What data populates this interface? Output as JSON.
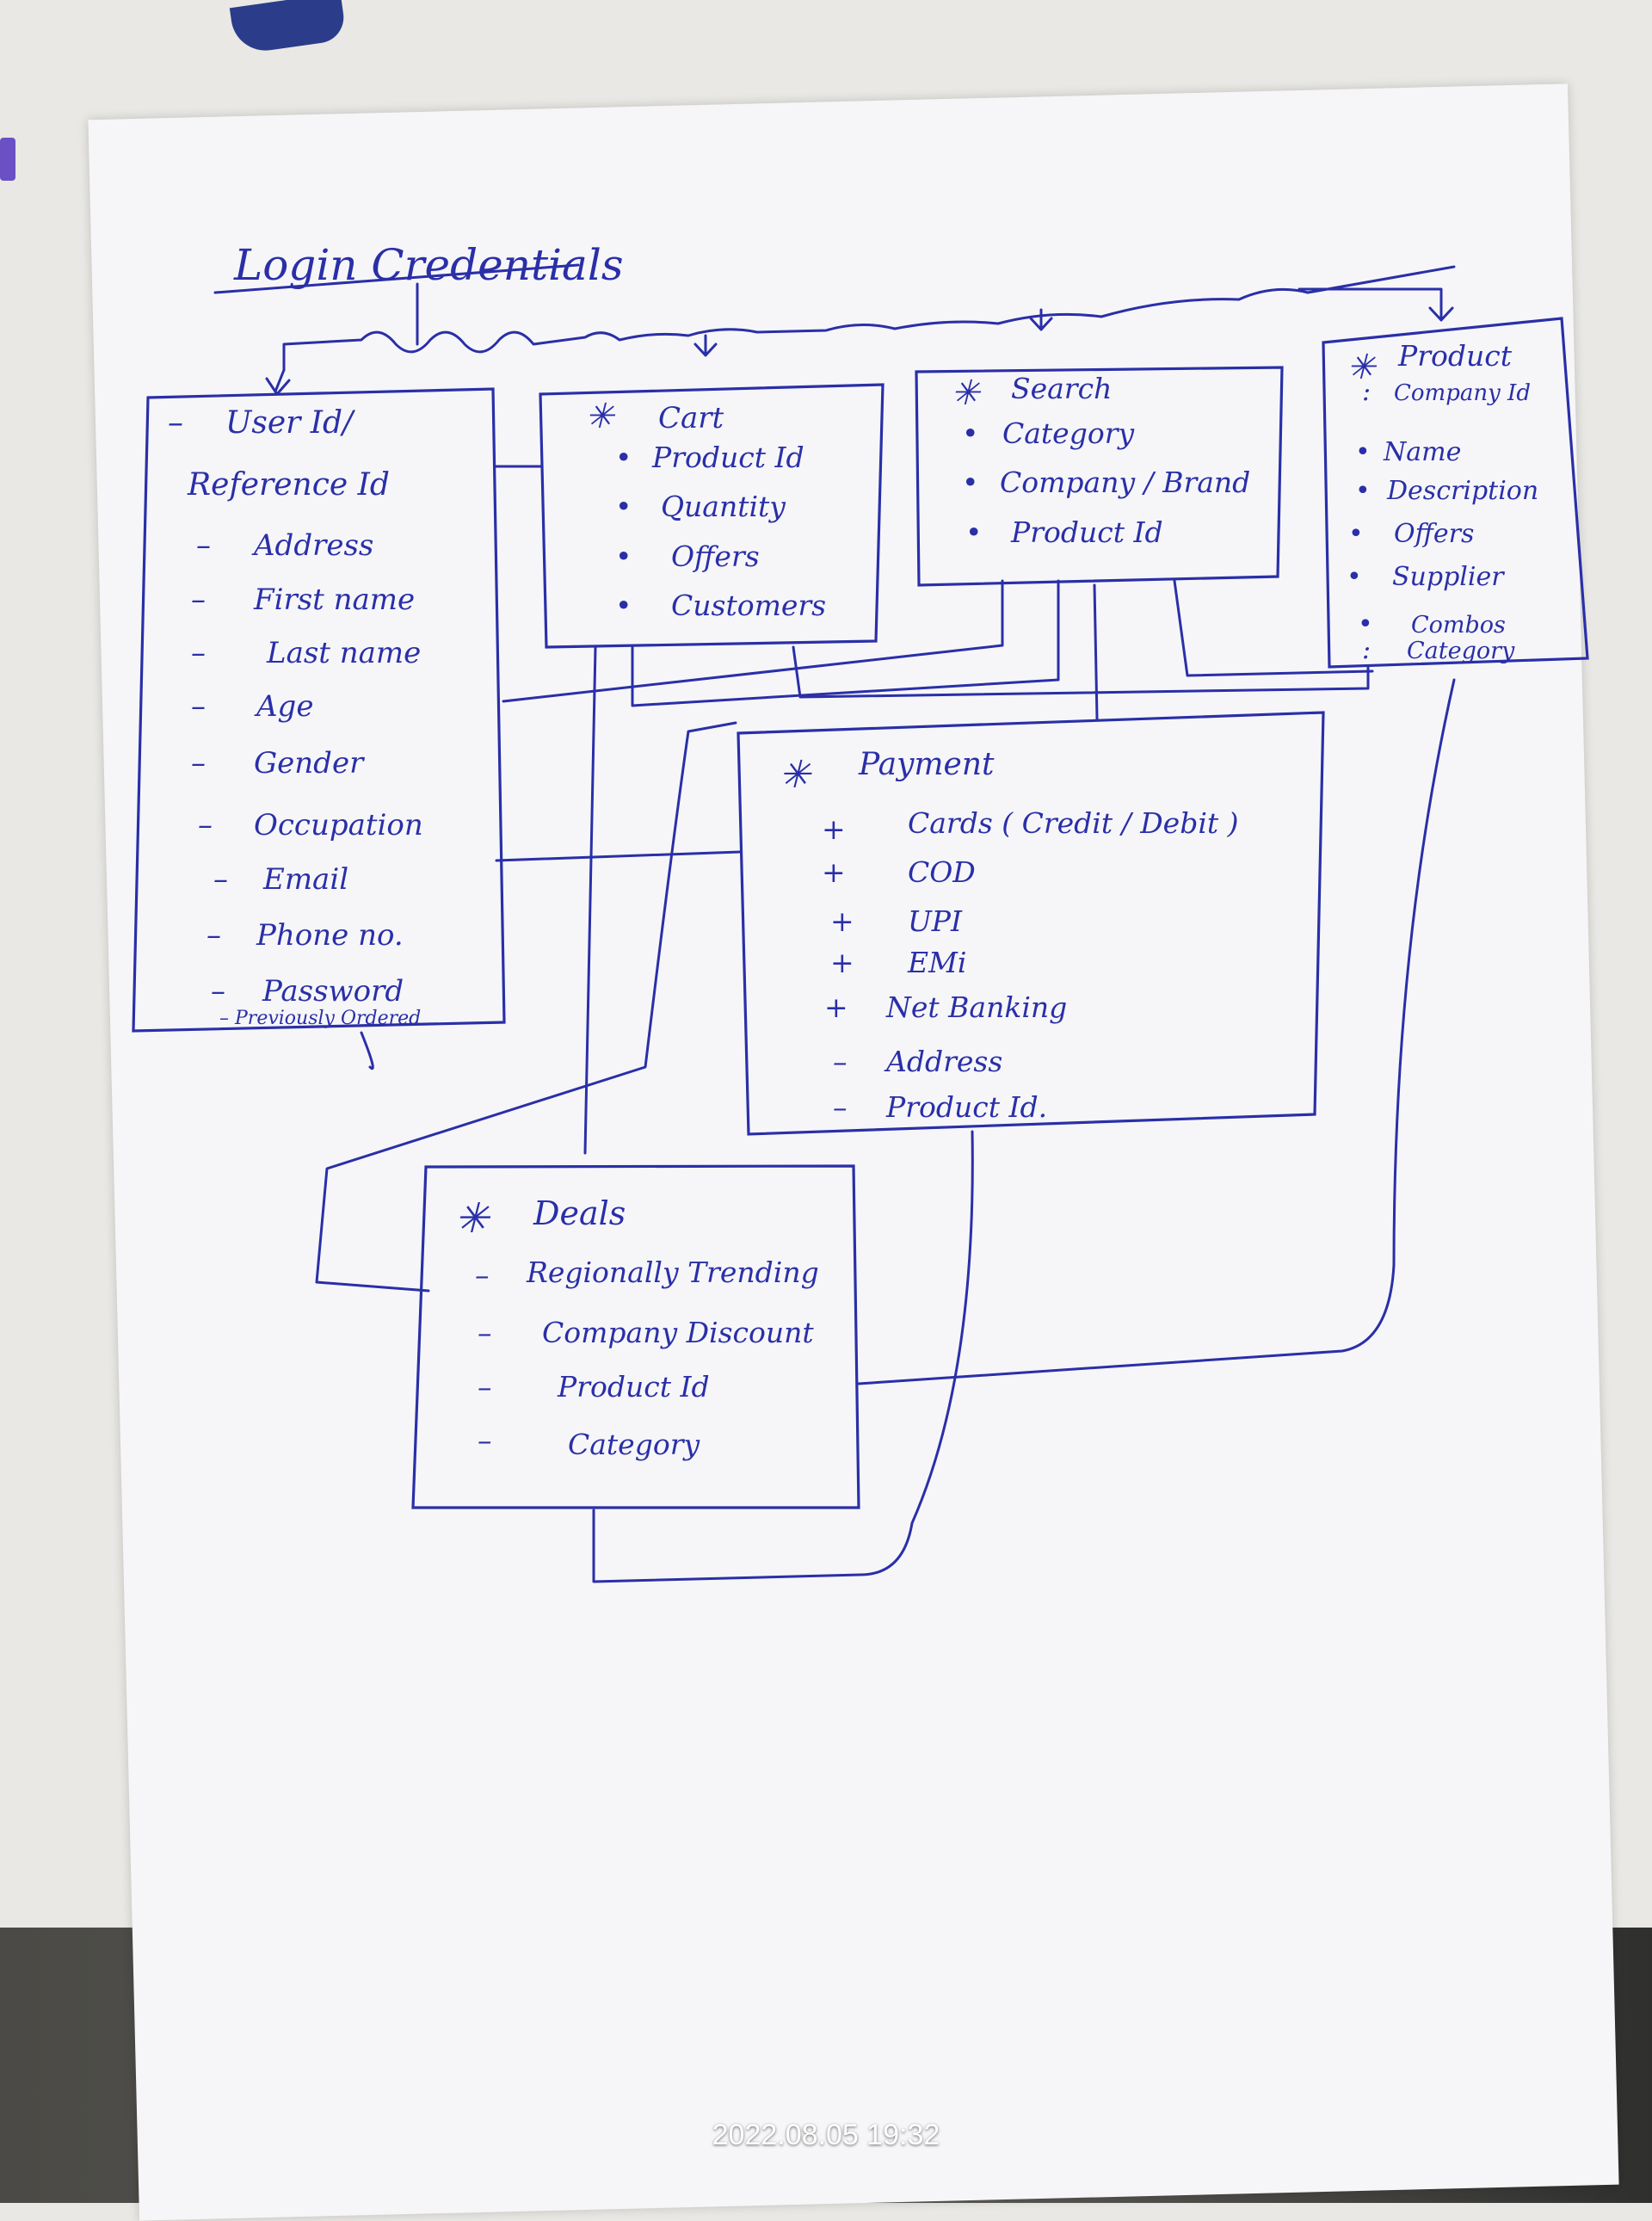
{
  "header": {
    "title": "Login Credentials"
  },
  "entities": {
    "user": {
      "title_lines": [
        "User Id/",
        "Reference Id"
      ],
      "fields": [
        "Address",
        "First name",
        "Last name",
        "Age",
        "Gender",
        "Occupation",
        "Email",
        "Phone no.",
        "Password",
        "Previously Ordered"
      ]
    },
    "cart": {
      "title": "Cart",
      "fields": [
        "Product Id",
        "Quantity",
        "Offers",
        "Customers"
      ]
    },
    "search": {
      "title": "Search",
      "fields": [
        "Category",
        "Company / Brand",
        "Product Id"
      ]
    },
    "product": {
      "title": "Product",
      "fields": [
        "Company Id",
        "Name",
        "Description",
        "Offers",
        "Supplier",
        "Combos",
        "Category"
      ]
    },
    "payment": {
      "title": "Payment",
      "fields": [
        "Cards ( Credit / Debit )",
        "COD",
        "UPI",
        "EMi",
        "Net Banking",
        "Address",
        "Product Id."
      ]
    },
    "deals": {
      "title": "Deals",
      "fields": [
        "Regionally Trending",
        "Company Discount",
        "Product Id",
        "Category"
      ]
    }
  },
  "footer": {
    "timestamp": "2022.08.05 19:32"
  },
  "colors": {
    "ink": "#2a2fa8",
    "paper": "#f6f6f8",
    "table": "#e9e8e4"
  }
}
